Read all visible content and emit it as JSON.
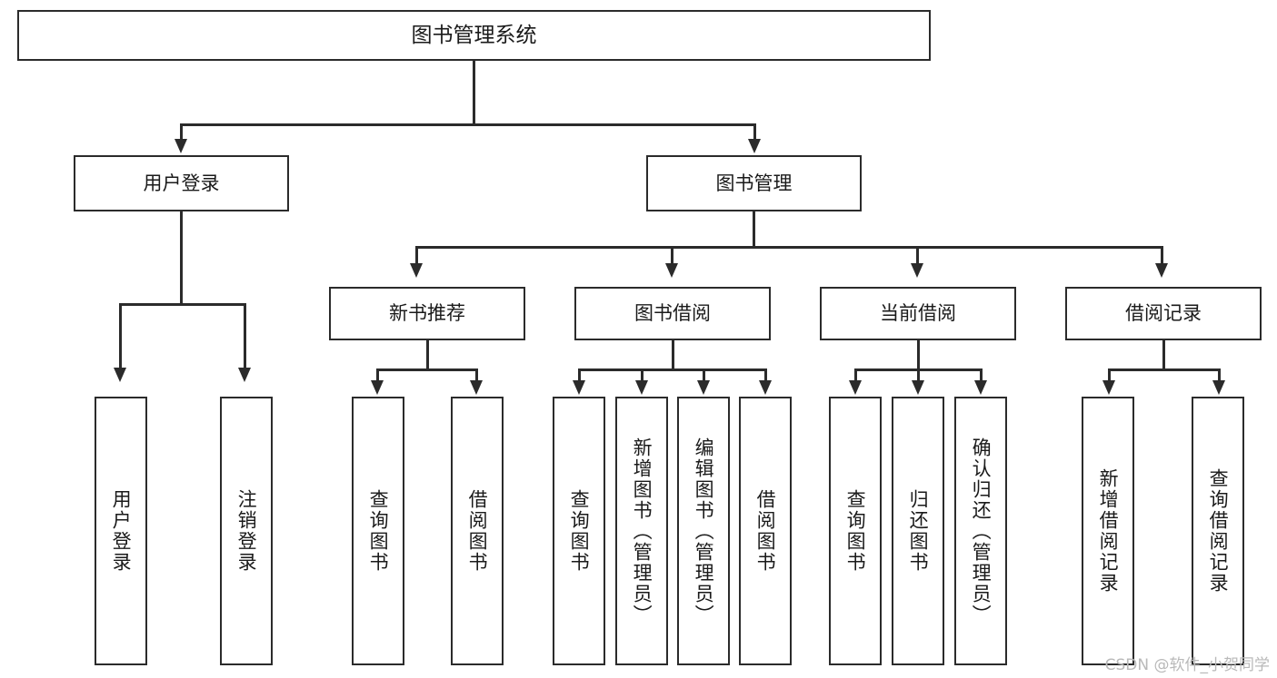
{
  "diagram": {
    "title": "图书管理系统",
    "root": {
      "label": "图书管理系统"
    },
    "level2": [
      {
        "label": "用户登录"
      },
      {
        "label": "图书管理"
      }
    ],
    "level3": [
      {
        "label": "新书推荐"
      },
      {
        "label": "图书借阅"
      },
      {
        "label": "当前借阅"
      },
      {
        "label": "借阅记录"
      }
    ],
    "leaves": {
      "user_login": [
        {
          "label": "用户登录"
        },
        {
          "label": "注销登录"
        }
      ],
      "new_book": [
        {
          "label": "查询图书"
        },
        {
          "label": "借阅图书"
        }
      ],
      "book_borrow": [
        {
          "label": "查询图书"
        },
        {
          "label": "新增图书（管理员）"
        },
        {
          "label": "编辑图书（管理员）"
        },
        {
          "label": "借阅图书"
        }
      ],
      "current_borrow": [
        {
          "label": "查询图书"
        },
        {
          "label": "归还图书"
        },
        {
          "label": "确认归还（管理员）"
        }
      ],
      "borrow_record": [
        {
          "label": "新增借阅记录"
        },
        {
          "label": "查询借阅记录"
        }
      ]
    }
  },
  "watermark": {
    "text": "CSDN @软件_小贺同学"
  },
  "colors": {
    "stroke": "#2b2b2b",
    "fill": "#ffffff",
    "text": "#1a1a1a",
    "watermark": "#b9b9b9"
  }
}
